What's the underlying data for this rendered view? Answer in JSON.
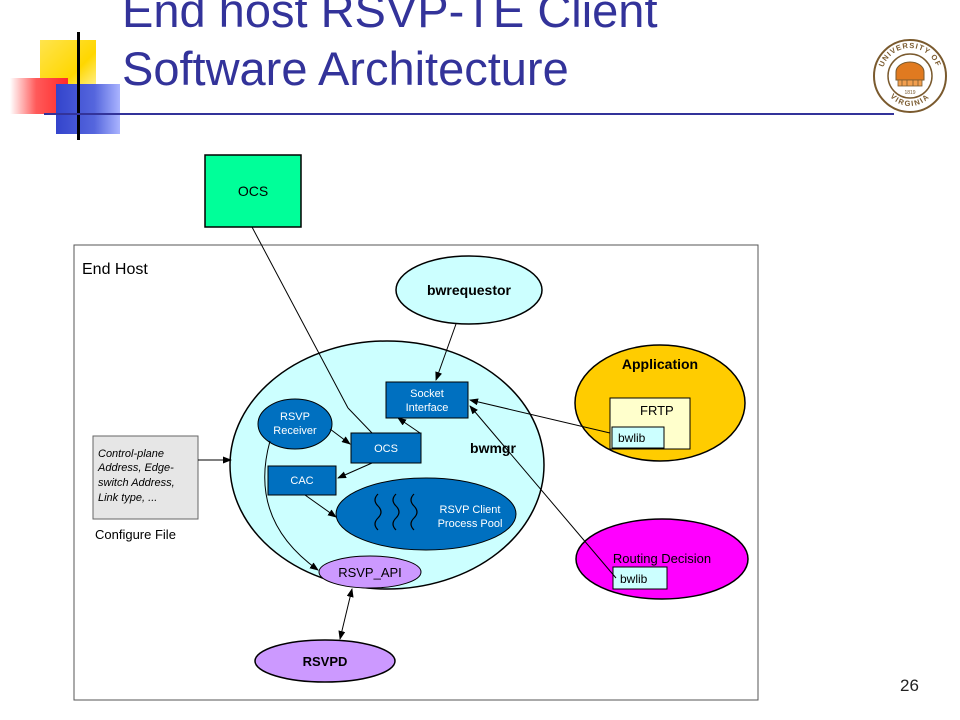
{
  "slide": {
    "title_line1": "End host RSVP-TE Client",
    "title_line2": "Software Architecture",
    "page_number": "26",
    "logo_text": "UNIVERSITY OF VIRGINIA",
    "logo_year": "1819"
  },
  "diagram": {
    "ocs_top": "OCS",
    "end_host": "End Host",
    "bwrequestor": "bwrequestor",
    "socket_interface_line1": "Socket",
    "socket_interface_line2": "Interface",
    "rsvp_receiver_line1": "RSVP",
    "rsvp_receiver_line2": "Receiver",
    "ocs_inner": "OCS",
    "bwmgr": "bwmgr",
    "cac": "CAC",
    "process_pool_line1": "RSVP Client",
    "process_pool_line2": "Process Pool",
    "rsvp_api": "RSVP_API",
    "rsvpd": "RSVPD",
    "application": "Application",
    "frtp": "FRTP",
    "bwlib_app": "bwlib",
    "routing_decision": "Routing Decision",
    "bwlib_routing": "bwlib",
    "config_line1": "Control-plane",
    "config_line2": "Address, Edge-",
    "config_line3": "switch Address,",
    "config_line4": "Link type, ...",
    "configure_file": "Configure File"
  },
  "colors": {
    "title": "#33339a",
    "ocs_box": "#00ff99",
    "bwmgr_ellipse": "#ccffff",
    "blue_module": "#0070c0",
    "application": "#ffcc00",
    "frtp_box": "#ffffcc",
    "routing_decision": "#ff00ff",
    "rsvp_api": "#cc99ff",
    "rsvpd": "#cc99ff",
    "config_box": "#e6e6e6",
    "deco_yellow": "#ffd700",
    "deco_red": "#ff3c3c",
    "deco_blue": "#3344cc"
  }
}
